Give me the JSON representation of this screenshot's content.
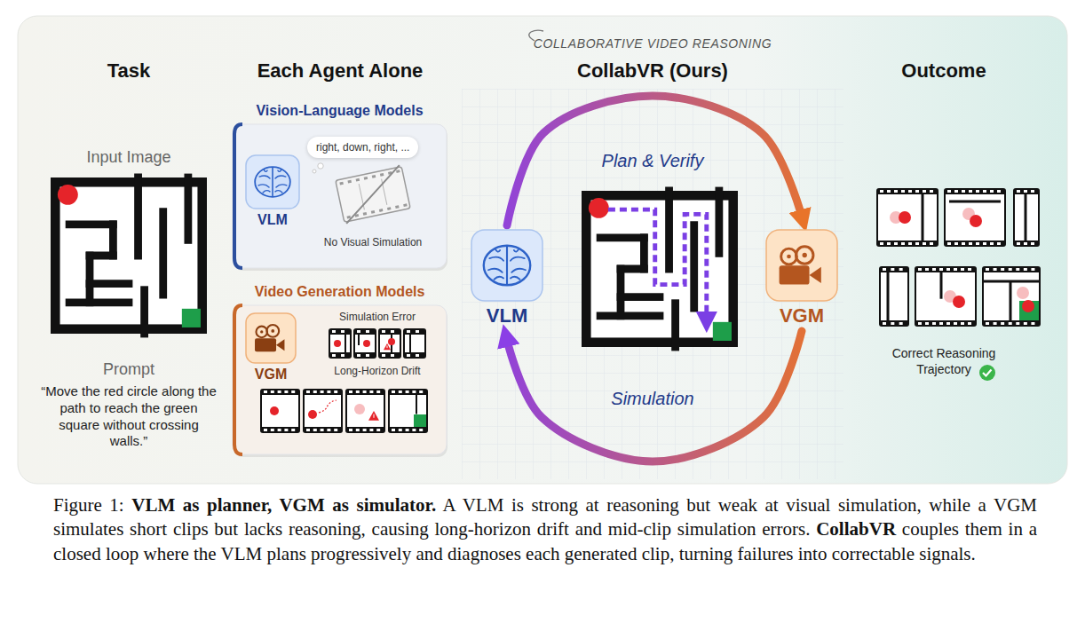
{
  "diagram": {
    "caption": "Figure 1: VLM as planner, VGM as simulator. A VLM is strong at reasoning but weak at visual simulation, while a VGM simulates short clips but lacks reasoning, causing long-horizon drift and mid-clip simulation errors. CollabVR couples them in a closed loop where the VLM plans progressively and diagnoses each generated clip, turning failures into correctable signals.",
    "nodes": [
      {
        "text": [
          "Vision-Language Models"
        ]
      },
      {
        "text": [
          "VLM"
        ],
        "in": 0
      },
      {
        "text": [
          "right, down, right, ..."
        ],
        "in": 0
      },
      {
        "text": [
          "Video Generation Models"
        ]
      },
      {
        "text": [
          "VGM"
        ],
        "in": 3
      },
      {
        "text": [
          "VLM"
        ]
      },
      {
        "text": [
          "VGM"
        ]
      }
    ],
    "edges": [
      {
        "from": 5,
        "to": 6,
        "label": "Plan & Verify",
        "arrow": "to"
      },
      {
        "from": 6,
        "to": 5,
        "label": "Simulation",
        "arrow": "to"
      }
    ],
    "labels": [
      "COLLABORATIVE VIDEO REASONING",
      "Task",
      "Each Agent Alone",
      "CollabVR (Ours)",
      "Outcome",
      "Input Image",
      "Prompt",
      "“Move the red circle along the path to reach the green square without crossing walls.”",
      "No Visual Simulation",
      "Simulation Error",
      "Long-Horizon Drift",
      "Correct Reasoning Trajectory"
    ]
  }
}
